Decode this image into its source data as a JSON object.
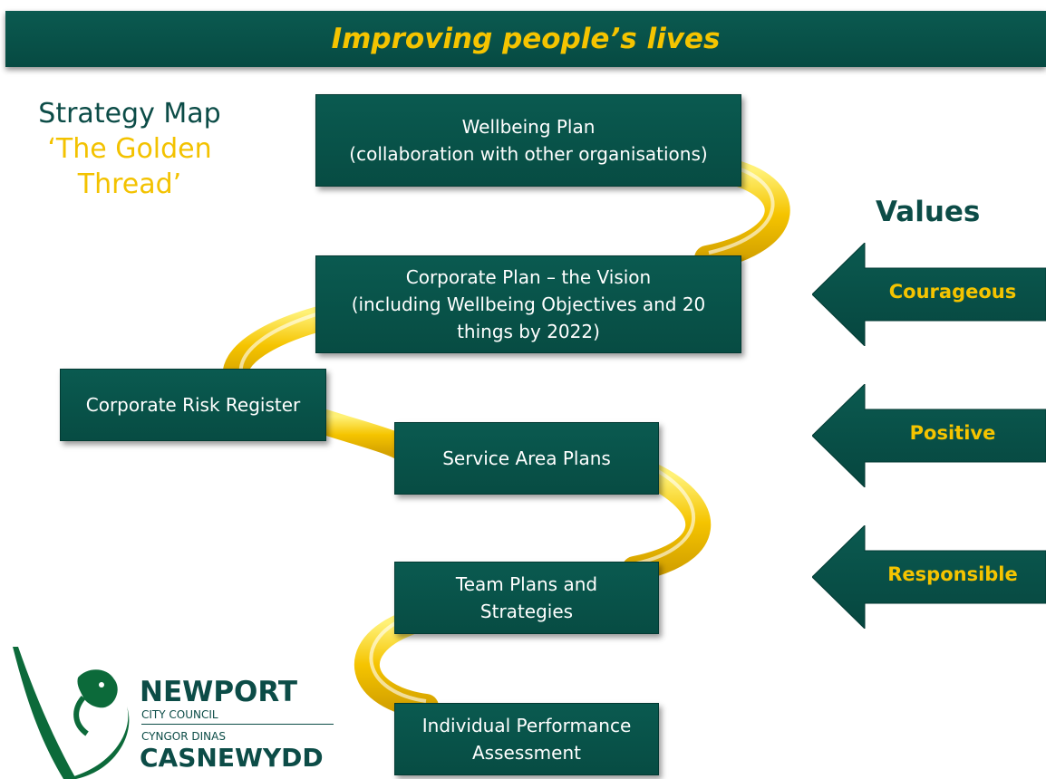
{
  "banner": {
    "title": "Improving people’s lives"
  },
  "strategy": {
    "line1": "Strategy Map",
    "line2": "‘The Golden",
    "line3": "Thread’"
  },
  "boxes": {
    "wellbeing": {
      "line1": "Wellbeing Plan",
      "line2": "(collaboration with other organisations)"
    },
    "corporate": {
      "line1": "Corporate Plan – the Vision",
      "line2": "(including Wellbeing Objectives and 20",
      "line3": "things by 2022)"
    },
    "risk": {
      "label": "Corporate Risk Register"
    },
    "service": {
      "label": "Service Area Plans"
    },
    "team": {
      "line1": "Team Plans and",
      "line2": "Strategies"
    },
    "individual": {
      "line1": "Individual Performance",
      "line2": "Assessment"
    }
  },
  "values": {
    "title": "Values",
    "items": [
      "Courageous",
      "Positive",
      "Responsible"
    ]
  },
  "logo": {
    "name1": "NEWPORT",
    "name2": "CITY COUNCIL",
    "name3": "CYNGOR DINAS",
    "name4": "CASNEWYDD"
  },
  "colors": {
    "primary": "#07524a",
    "gold": "#f5c400"
  }
}
